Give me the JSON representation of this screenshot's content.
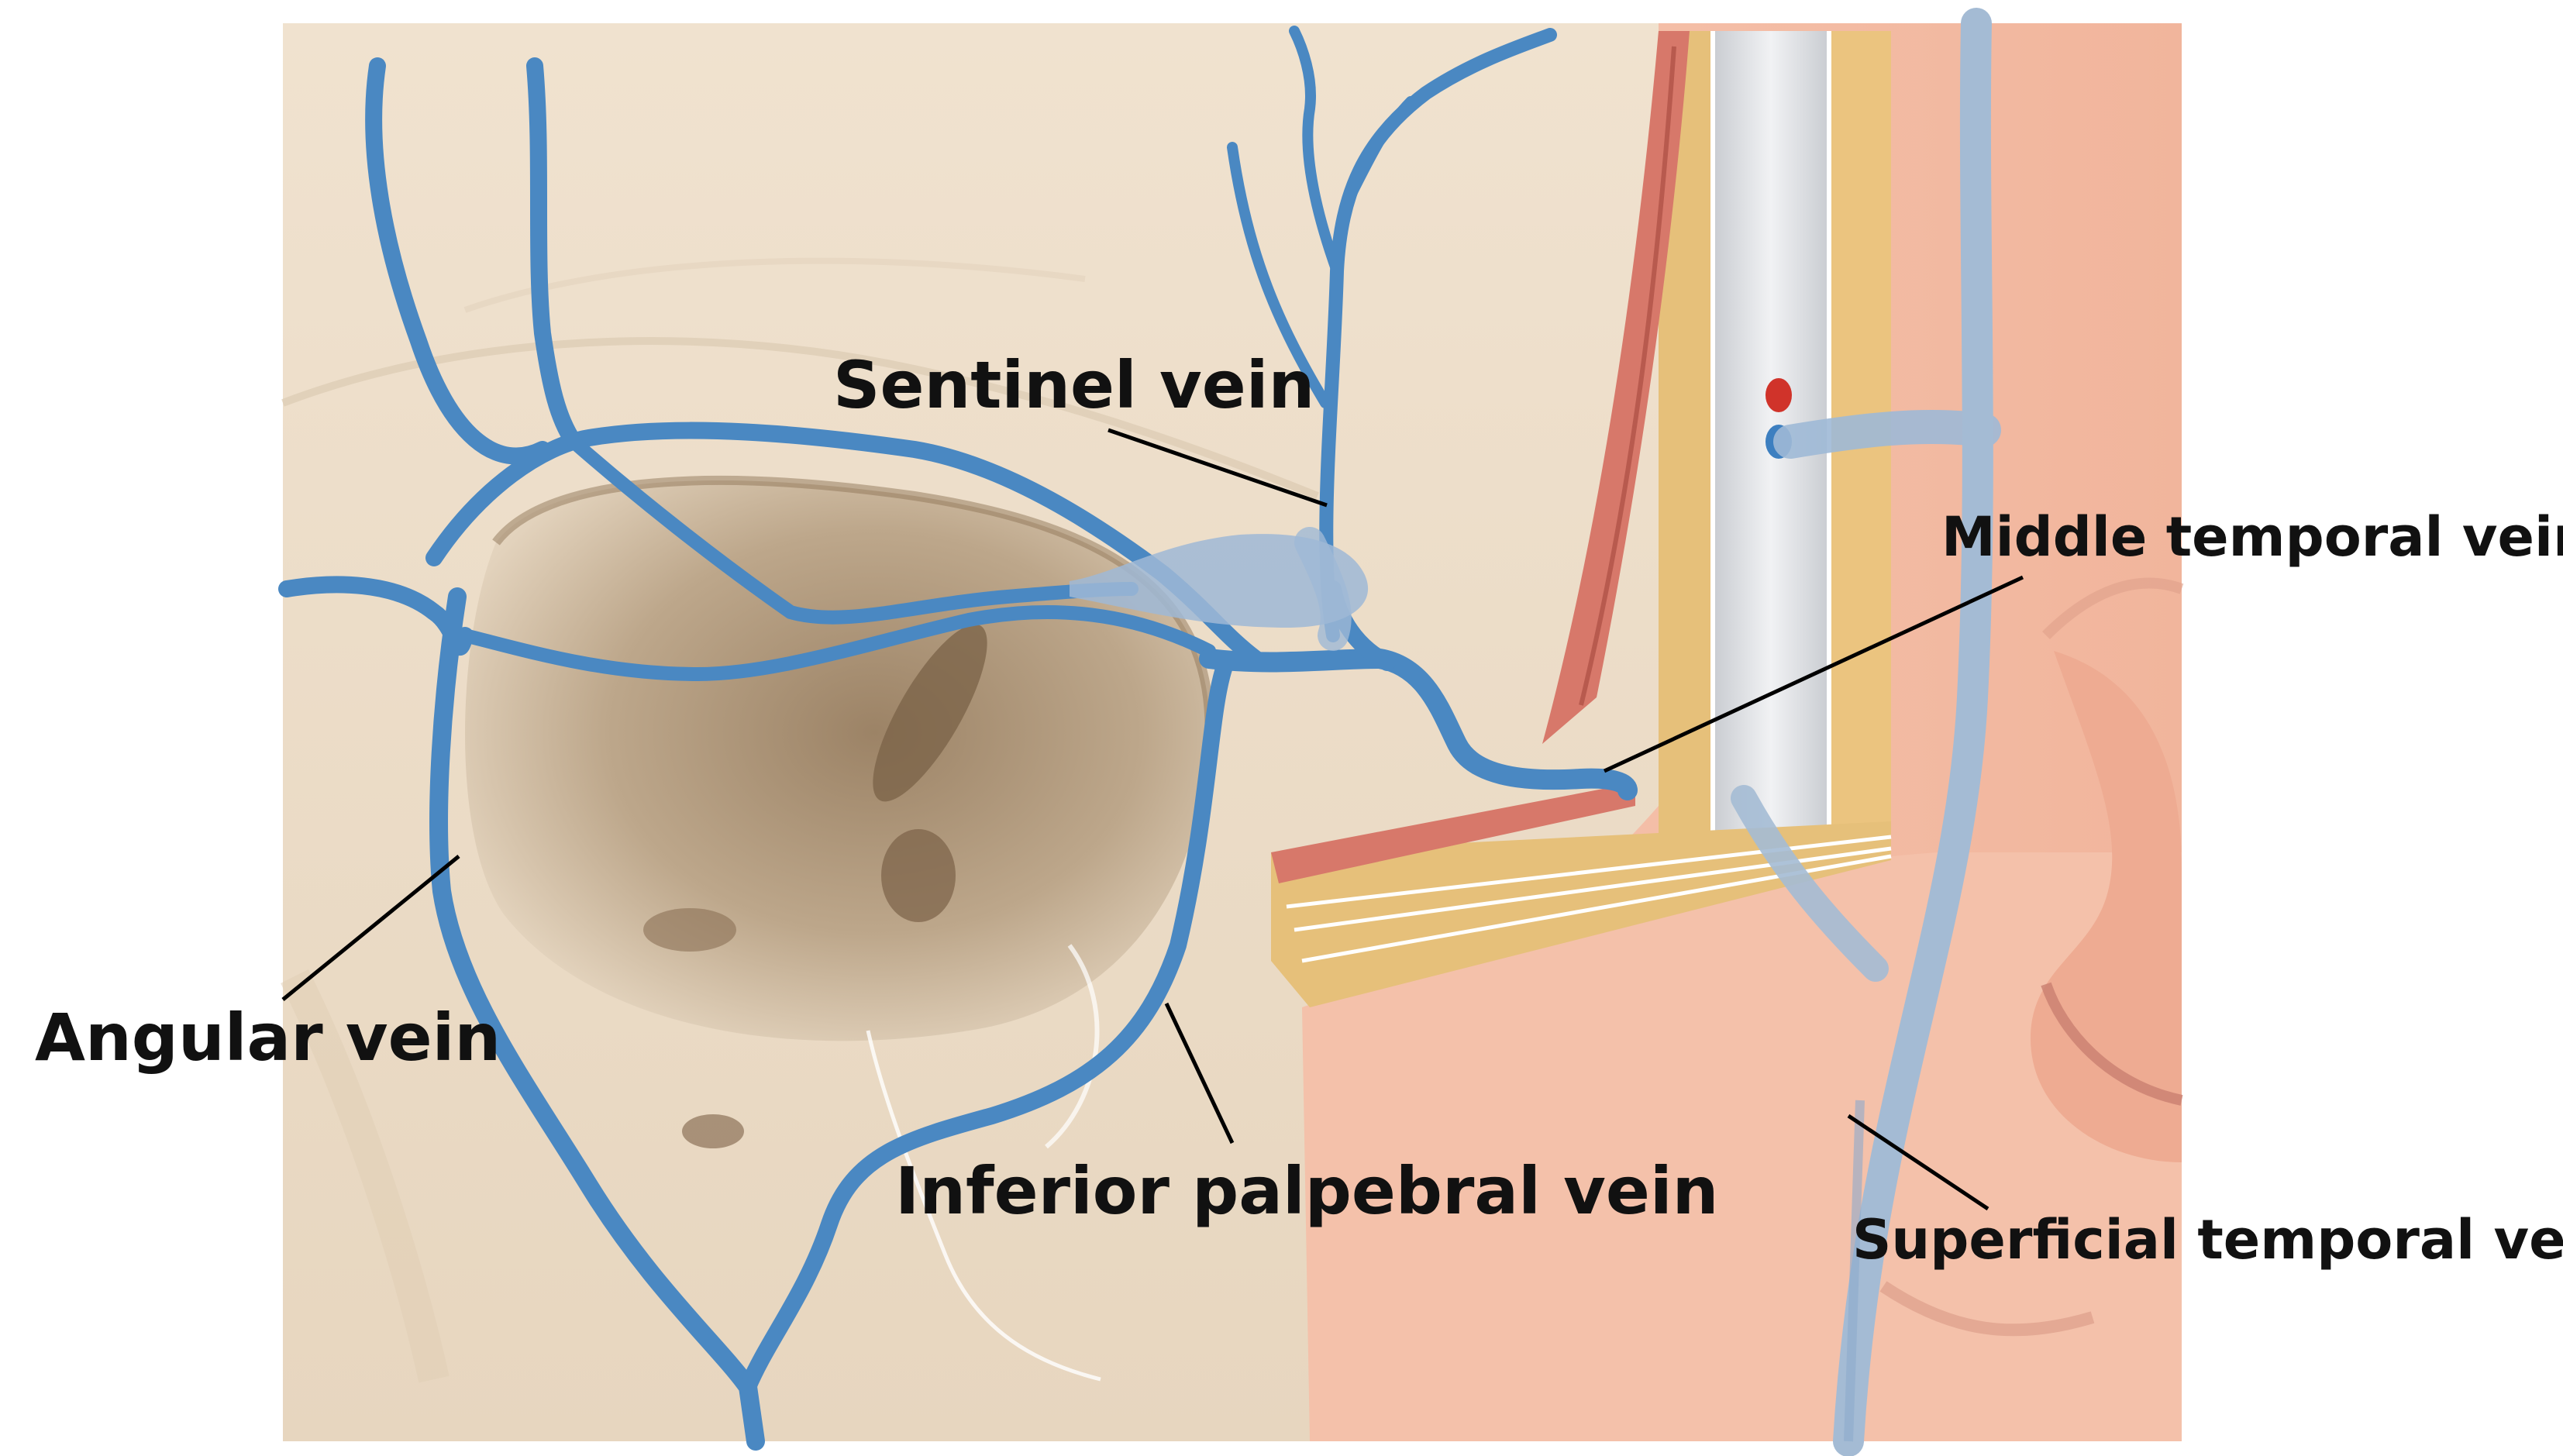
{
  "labels": {
    "sentinel_vein": "Sentinel vein",
    "middle_temporal_vein": "Middle temporal vein",
    "angular_vein": "Angular vein",
    "inferior_palpebral_vein": "Inferior palpebral vein",
    "superficial_temporal_vein": "Superficial temporal vein"
  },
  "colors": {
    "background": "#ffffff",
    "bone": "#efe2cf",
    "bone_shadow": "#c9b49a",
    "orbit": "#b8a184",
    "skin": "#f6c9b4",
    "skin_dark": "#dc9d86",
    "vein": "#4a88c2",
    "vein_dark": "#2f6ea8",
    "vein_pale": "#9fb9d6",
    "muscle": "#d9786c",
    "fat": "#e8c47a",
    "fascia": "#dcdfe3",
    "leader_line": "#000000"
  }
}
